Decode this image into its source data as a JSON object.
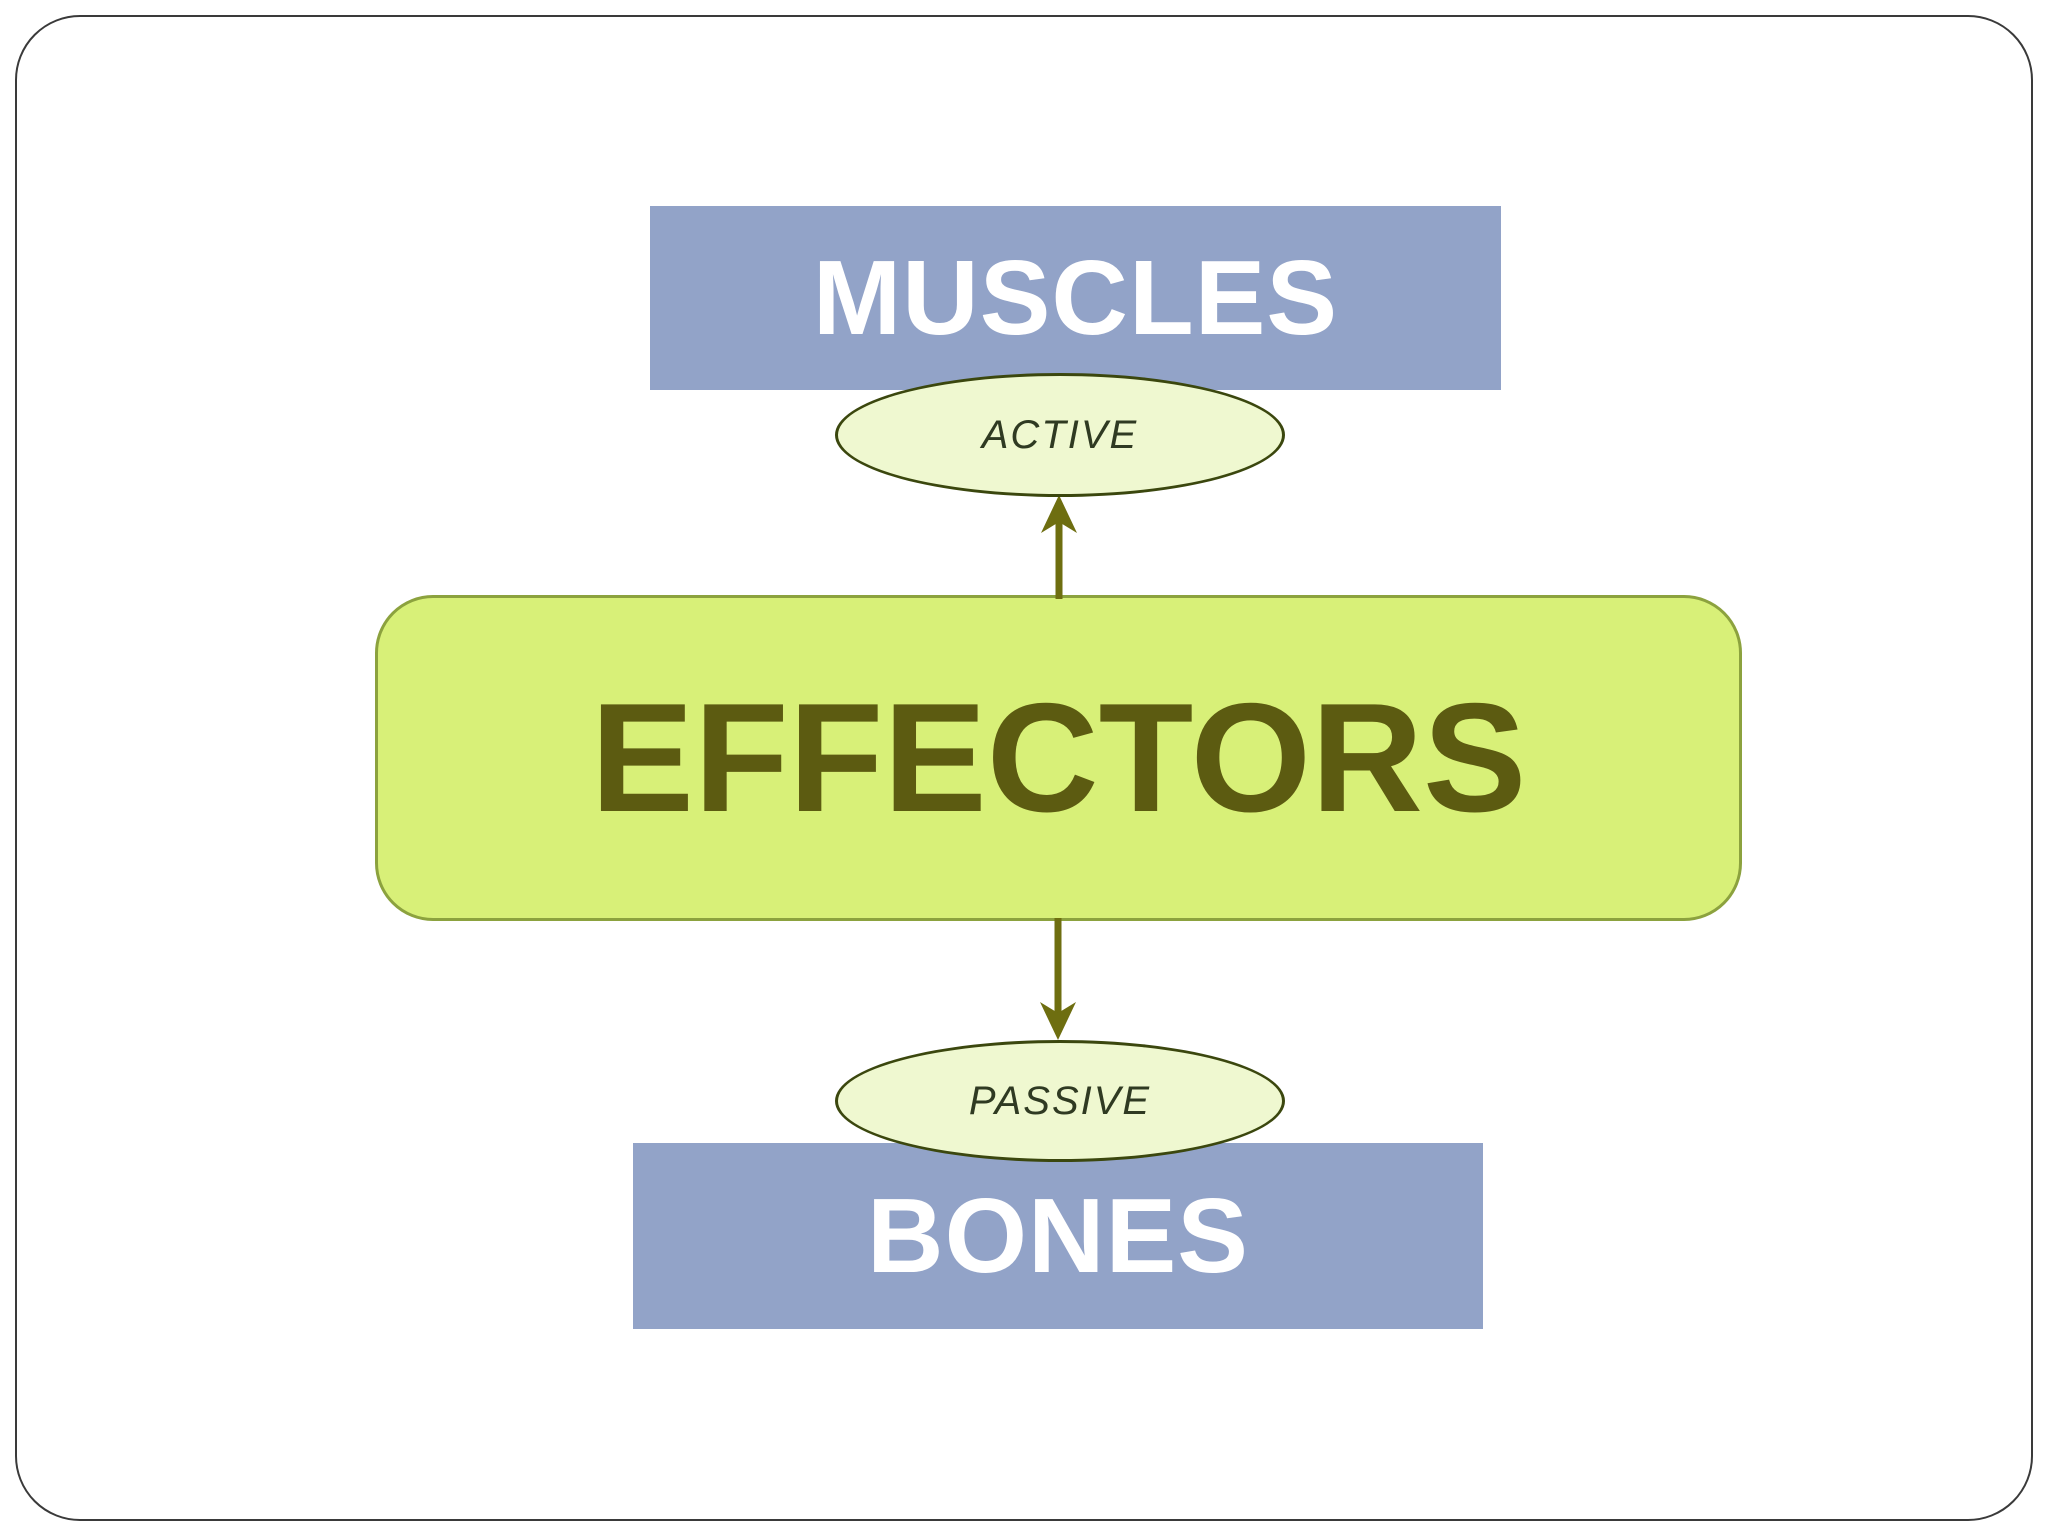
{
  "slide": {
    "nodes": {
      "muscles": {
        "label": "MUSCLES"
      },
      "active": {
        "label": "ACTIVE"
      },
      "effectors": {
        "label": "EFFECTORS"
      },
      "passive": {
        "label": "PASSIVE"
      },
      "bones": {
        "label": "BONES"
      }
    },
    "connectors": [
      {
        "from": "effectors",
        "to": "active",
        "direction": "up"
      },
      {
        "from": "effectors",
        "to": "passive",
        "direction": "down"
      }
    ]
  },
  "colors": {
    "background": "#FFFFFF",
    "slide-border": "#3A3A3A",
    "node-blue": "#92A3C8",
    "node-blue-text": "#FFFFFF",
    "effectors-fill": "#D8F078",
    "effectors-border": "#8CA23E",
    "effectors-text": "#5C5B11",
    "ellipse-fill": "#EFF8D0",
    "ellipse-border": "#3B470E",
    "ellipse-text": "#2F3A22",
    "arrow": "#6E6E10"
  }
}
